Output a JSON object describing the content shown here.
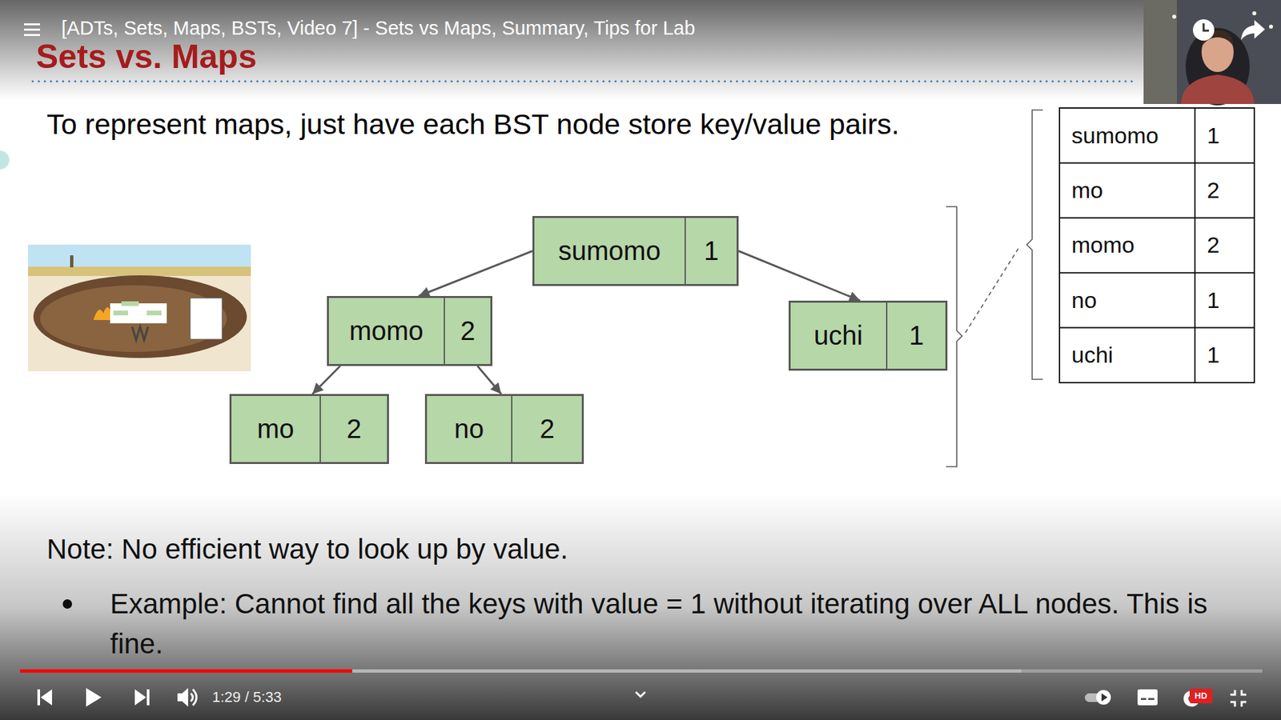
{
  "diagram": {
    "title": "Sets vs. Maps",
    "nodes": [
      {
        "text": [
          "sumomo",
          "1"
        ]
      },
      {
        "text": [
          "momo",
          "2"
        ]
      },
      {
        "text": [
          "uchi",
          "1"
        ]
      },
      {
        "text": [
          "mo",
          "2"
        ]
      },
      {
        "text": [
          "no",
          "2"
        ]
      }
    ],
    "edges": [
      {
        "from": 0,
        "to": 1,
        "arrow": "to"
      },
      {
        "from": 0,
        "to": 2,
        "arrow": "to"
      },
      {
        "from": 1,
        "to": 3,
        "arrow": "to"
      },
      {
        "from": 1,
        "to": 4,
        "arrow": "to"
      }
    ],
    "labels": [
      "[ADTs, Sets, Maps, BSTs, Video 7] - Sets vs Maps, Summary, Tips for Lab",
      "To represent maps, just have each BST node store key/value pairs.",
      "sumomo",
      "1",
      "mo",
      "2",
      "momo",
      "2",
      "no",
      "1",
      "uchi",
      "1",
      "Note: No efficient way to look up by value.",
      "Example: Cannot find all the keys with value = 1 without iterating over ALL nodes. This is fine.",
      "1:29 / 5:33",
      "HD"
    ]
  }
}
